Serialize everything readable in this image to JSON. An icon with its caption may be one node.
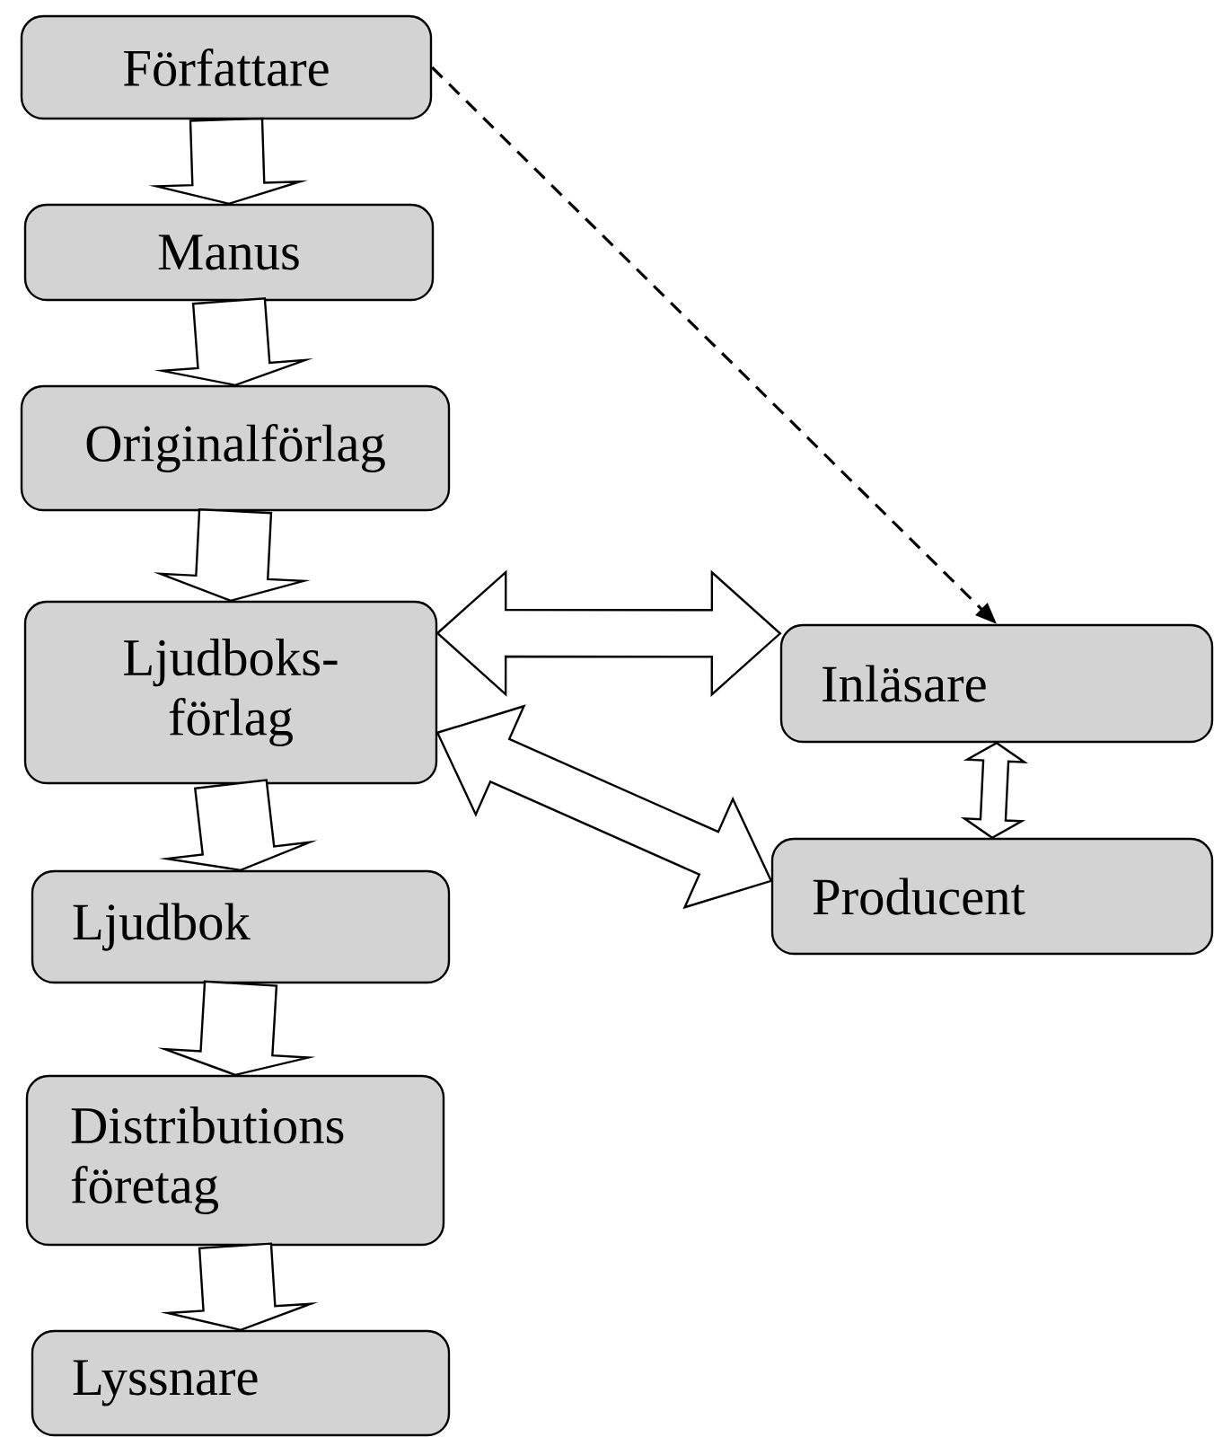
{
  "diagram": {
    "nodes": [
      {
        "text": [
          "Författare"
        ]
      },
      {
        "text": [
          "Manus"
        ]
      },
      {
        "text": [
          "Originalförlag"
        ]
      },
      {
        "text": [
          "Ljudboks- förlag"
        ]
      },
      {
        "text": [
          "Ljudbok"
        ]
      },
      {
        "text": [
          "Distributions företag"
        ]
      },
      {
        "text": [
          "Lyssnare"
        ]
      },
      {
        "text": [
          "Inläsare"
        ]
      },
      {
        "text": [
          "Producent"
        ]
      }
    ],
    "edges": [
      {
        "from": 0,
        "to": 1,
        "arrow": "to"
      },
      {
        "from": 1,
        "to": 2,
        "arrow": "to"
      },
      {
        "from": 2,
        "to": 3,
        "arrow": "to"
      },
      {
        "from": 3,
        "to": 4,
        "arrow": "to"
      },
      {
        "from": 4,
        "to": 5,
        "arrow": "to"
      },
      {
        "from": 5,
        "to": 6,
        "arrow": "to"
      },
      {
        "from": 0,
        "to": 7,
        "arrow": "to",
        "style": "dashed"
      },
      {
        "from": 3,
        "to": 7,
        "arrow": "both"
      },
      {
        "from": 3,
        "to": 8,
        "arrow": "both"
      },
      {
        "from": 7,
        "to": 8,
        "arrow": "both"
      }
    ]
  }
}
